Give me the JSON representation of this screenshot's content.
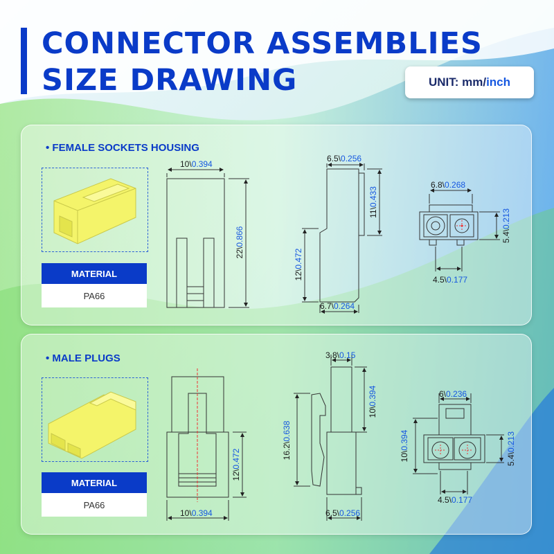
{
  "title": {
    "line1": "CONNECTOR ASSEMBLIES",
    "line2": "SIZE DRAWING"
  },
  "unit": {
    "prefix": "UNIT: mm/",
    "inch": "inch"
  },
  "colors": {
    "accent": "#0a3bc8",
    "inch_text": "#1557e0",
    "part": "#fff27a"
  },
  "sections": [
    {
      "label": "• FEMALE SOCKETS HOUSING",
      "material_label": "MATERIAL",
      "material_value": "PA66",
      "dims": {
        "front_width": {
          "mm": "10\\",
          "inch": "0.394"
        },
        "front_height": {
          "mm": "22\\",
          "inch": "0.866"
        },
        "side_top": {
          "mm": "6.5\\",
          "inch": "0.256"
        },
        "side_upper": {
          "mm": "11\\",
          "inch": "0.433"
        },
        "side_lower": {
          "mm": "12\\",
          "inch": "0.472"
        },
        "side_bottom": {
          "mm": "6.7\\",
          "inch": "0.264"
        },
        "end_width": {
          "mm": "6.8\\",
          "inch": "0.268"
        },
        "end_height": {
          "mm": "5.4\\",
          "inch": "0.213"
        },
        "end_pitch": {
          "mm": "4.5\\",
          "inch": "0.177"
        }
      }
    },
    {
      "label": "• MALE PLUGS",
      "material_label": "MATERIAL",
      "material_value": "PA66",
      "dims": {
        "front_height": {
          "mm": "12\\",
          "inch": "0.472"
        },
        "front_width": {
          "mm": "10\\",
          "inch": "0.394"
        },
        "side_top": {
          "mm": "3.8\\",
          "inch": "0.15"
        },
        "side_upper": {
          "mm": "10\\",
          "inch": "0.394"
        },
        "side_total": {
          "mm": "16.2\\",
          "inch": "0.638"
        },
        "side_bottom": {
          "mm": "6.5\\",
          "inch": "0.256"
        },
        "end_width": {
          "mm": "6\\",
          "inch": "0.236"
        },
        "end_height_left": {
          "mm": "10\\",
          "inch": "0.394"
        },
        "end_height_right": {
          "mm": "5.4\\",
          "inch": "0.213"
        },
        "end_pitch": {
          "mm": "4.5\\",
          "inch": "0.177"
        }
      }
    }
  ]
}
